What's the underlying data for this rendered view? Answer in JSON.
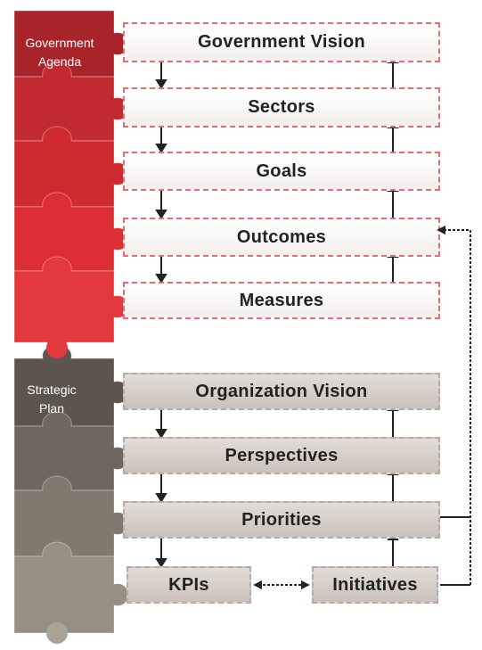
{
  "government": {
    "label_line1": "Government",
    "label_line2": "Agenda",
    "items": [
      "Government Vision",
      "Sectors",
      "Goals",
      "Outcomes",
      "Measures"
    ]
  },
  "strategic": {
    "label_line1": "Strategic",
    "label_line2": "Plan",
    "items": [
      "Organization Vision",
      "Perspectives",
      "Priorities",
      "KPIs",
      "Initiatives"
    ]
  },
  "colors": {
    "gov_pieces": [
      "#a8232a",
      "#c12a30",
      "#cf2a2f",
      "#dc2e33",
      "#e3393c"
    ],
    "strat_pieces": [
      "#5d554d",
      "#6f665d",
      "#81786e",
      "#978e84",
      "#aaa198"
    ],
    "red_border": "#e0706e",
    "brown_border": "#b6aaa3"
  }
}
